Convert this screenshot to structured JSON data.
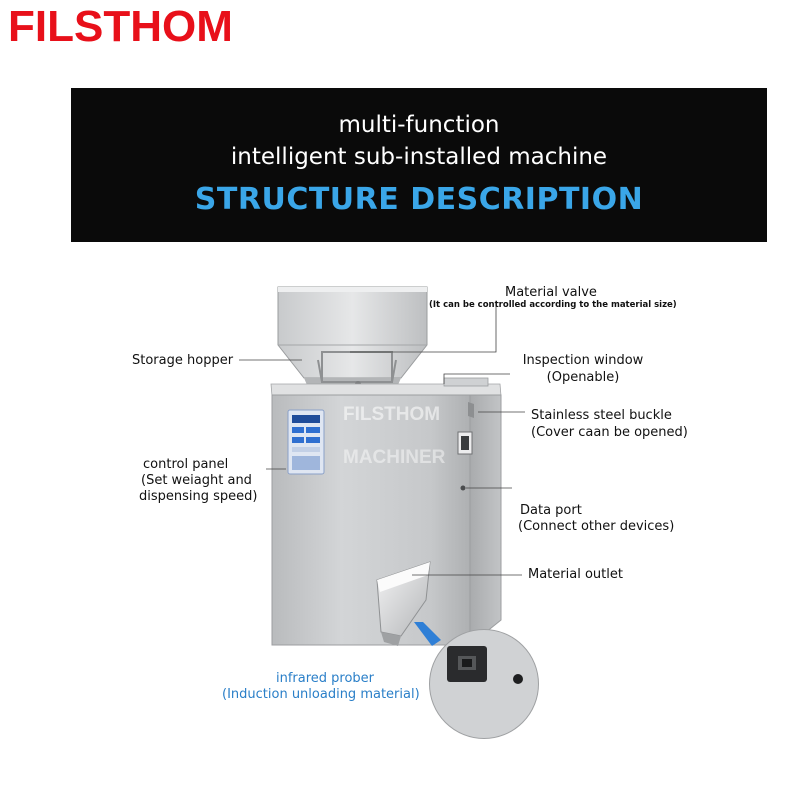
{
  "brand": "FILSTHOM",
  "banner": {
    "line1": "multi-function",
    "line2": "intelligent sub-installed machine",
    "line3": "STRUCTURE DESCRIPTION"
  },
  "watermark": {
    "line1": "FILSTHOM",
    "line2": "MACHINER"
  },
  "labels": {
    "material_valve": "Material valve",
    "material_valve_note": "(It can be controlled according to the material size)",
    "storage_hopper": "Storage hopper",
    "inspection_window": "Inspection window",
    "inspection_window_note": "(Openable)",
    "buckle": "Stainless steel buckle",
    "buckle_note": "(Cover caan be opened)",
    "control_panel": "control panel",
    "control_panel_note1": "(Set weiaght and",
    "control_panel_note2": "dispensing speed)",
    "data_port": "Data port",
    "data_port_note": "(Connect other devices)",
    "material_outlet": "Material outlet",
    "infrared_prober": "infrared prober",
    "infrared_prober_note": "(Induction unloading material)"
  },
  "colors": {
    "brand": "#e8101a",
    "banner_bg": "#0a0a0a",
    "accent_blue": "#3aa6e8",
    "label_blue": "#2a7fc8",
    "steel": "#c9cbcd"
  }
}
